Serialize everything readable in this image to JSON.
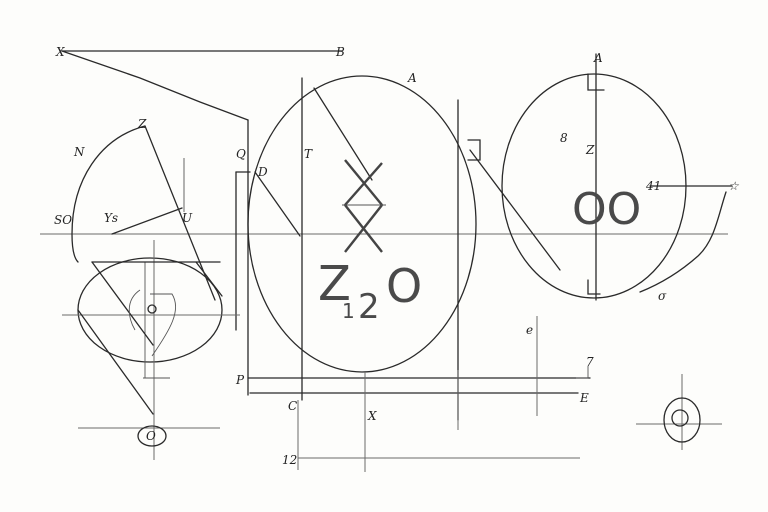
{
  "diagram": {
    "type": "hand-drawn geometric construction",
    "colors": {
      "ink": "#2a2a2a",
      "guide": "#6a6a6a",
      "text_large": "#4a4a4a",
      "background": "#fdfdfb",
      "accent_blue": "#2a2a8a"
    },
    "center_formula": {
      "z": "Z",
      "subscript_1": "1",
      "digit_2": "2",
      "o": "O"
    },
    "right_circle_text": "OO",
    "labels": {
      "top_left": "X",
      "top_right": "B",
      "left_arc_top": "Z",
      "left_arc_mid": "N",
      "left_axis": "SO",
      "left_small": "Ys",
      "left_point": "U",
      "mid_left_q": "Q",
      "mid_left_d": "D",
      "mid_t": "T",
      "mid_top": "A",
      "right_top": "A",
      "right_8": "8",
      "right_z": "Z",
      "right_41": "41",
      "right_star": "☆",
      "right_sigma": "σ",
      "bottom_p": "P",
      "bottom_c": "C",
      "bottom_x": "X",
      "bottom_e": "E",
      "bottom_ce": "e",
      "bottom_7": "7",
      "bottom_12": "12",
      "bottom_left_o": "O"
    }
  }
}
